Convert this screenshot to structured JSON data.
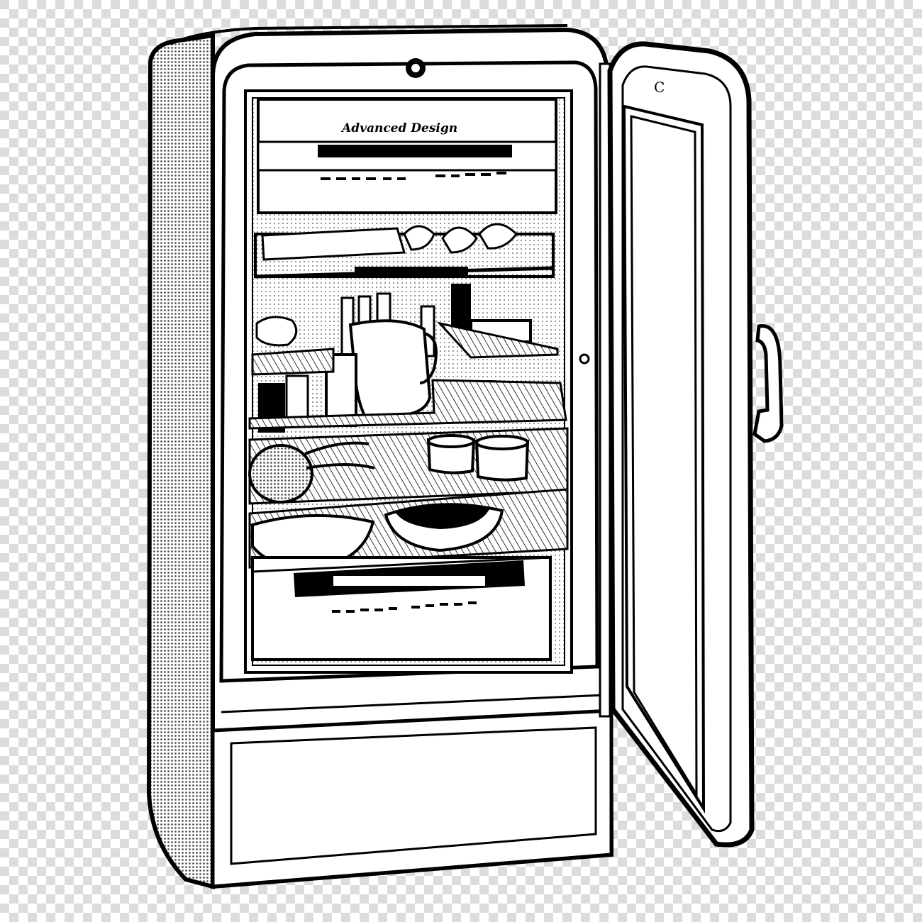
{
  "image": {
    "subject": "vintage-refrigerator-open-door",
    "style": "black-and-white line art on transparency checkerboard"
  },
  "colors": {
    "ink": "#000000",
    "paper": "#ffffff",
    "checker_light": "#ffffff",
    "checker_dark": "#dcdcdc",
    "halftone": "#8a8a8a"
  },
  "labels": {
    "brand_script": "Advanced Design",
    "door_letter": "C"
  }
}
